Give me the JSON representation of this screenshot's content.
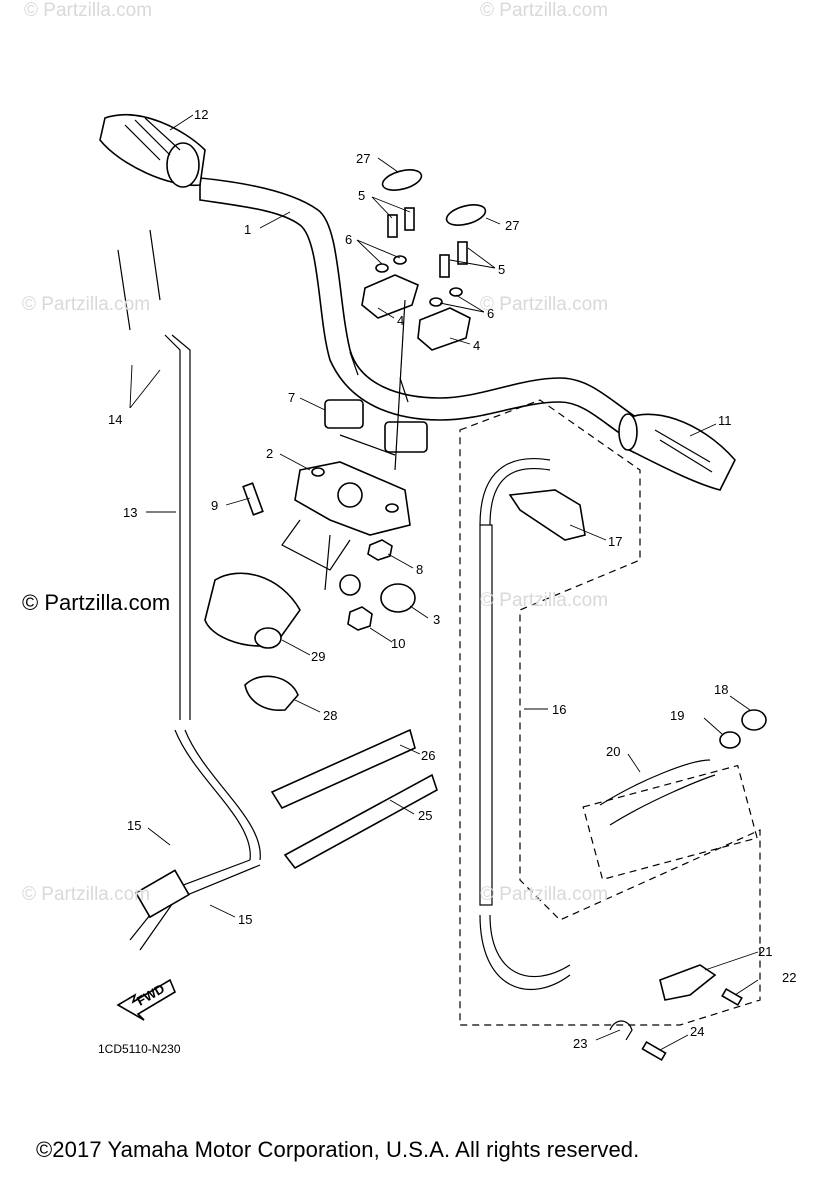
{
  "watermarks": {
    "faint": [
      "© Partzilla.com",
      "© Partzilla.com",
      "© Partzilla.com",
      "© Partzilla.com",
      "© Partzilla.com",
      "© Partzilla.com",
      "© Partzilla.com"
    ],
    "dark": "© Partzilla.com"
  },
  "callouts": [
    "12",
    "27",
    "5",
    "27",
    "1",
    "6",
    "5",
    "4",
    "6",
    "4",
    "14",
    "7",
    "11",
    "2",
    "9",
    "13",
    "17",
    "8",
    "3",
    "10",
    "29",
    "16",
    "18",
    "19",
    "20",
    "28",
    "26",
    "25",
    "15",
    "15",
    "21",
    "22",
    "24",
    "23"
  ],
  "fwd_label": "FWD",
  "diagram_code": "1CD5110-N230",
  "copyright": "©2017  Yamaha Motor Corporation, U.S.A. All rights reserved."
}
